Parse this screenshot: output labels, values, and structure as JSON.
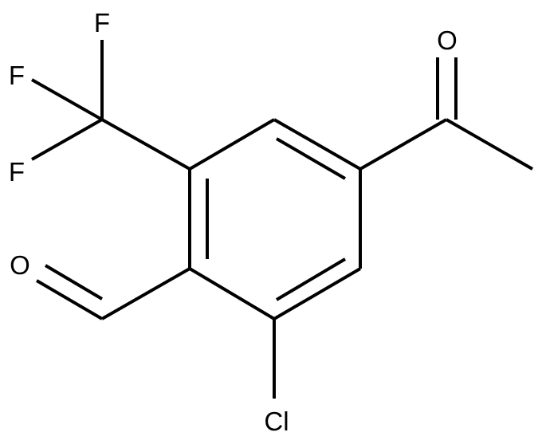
{
  "diagram": {
    "type": "skeletal-structure",
    "atom_labels": {
      "f_top": "F",
      "f_left": "F",
      "f_lower": "F",
      "aldehyde_oxygen": "O",
      "ketone_oxygen": "O",
      "chlorine": "Cl"
    },
    "colors": {
      "bond": "#000000",
      "label": "#000000",
      "background": "#ffffff"
    }
  }
}
